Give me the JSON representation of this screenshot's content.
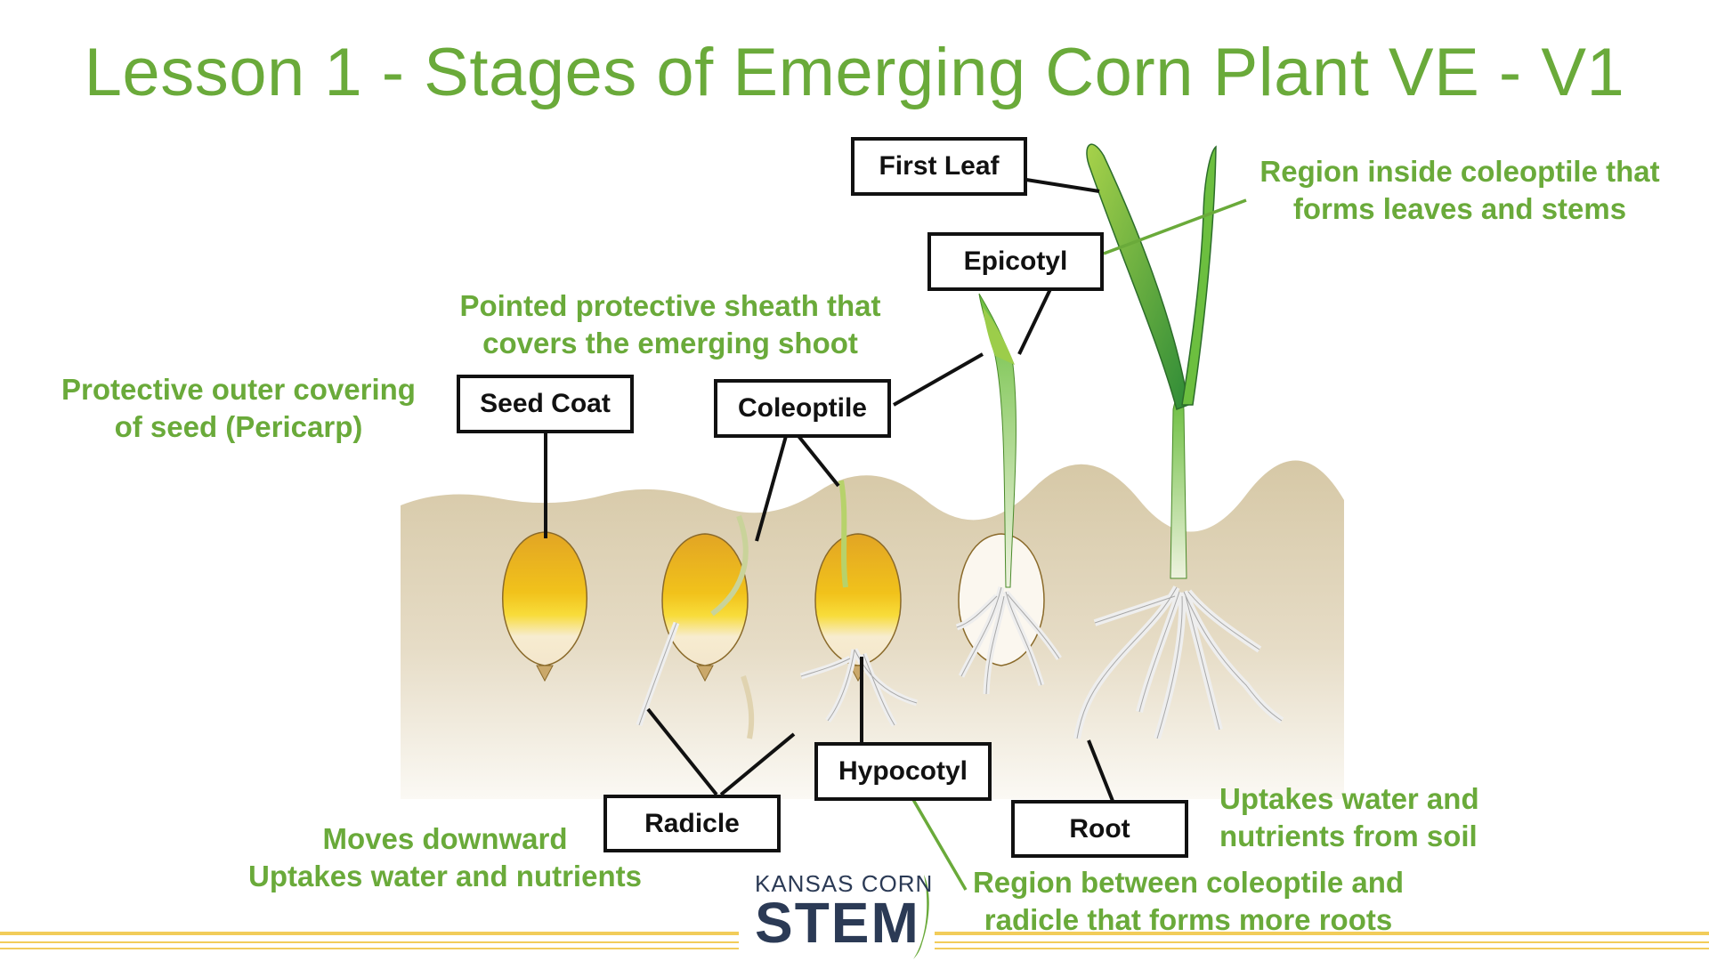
{
  "title": "Lesson 1 - Stages of Emerging Corn Plant VE - V1",
  "labels": {
    "first_leaf": "First Leaf",
    "epicotyl": "Epicotyl",
    "seed_coat": "Seed Coat",
    "coleoptile": "Coleoptile",
    "hypocotyl": "Hypocotyl",
    "radicle": "Radicle",
    "root": "Root"
  },
  "descriptions": {
    "epicotyl": [
      "Region inside coleoptile that",
      "forms leaves and stems"
    ],
    "coleoptile": [
      "Pointed protective sheath that",
      "covers the emerging shoot"
    ],
    "seed_coat": [
      "Protective outer covering",
      "of seed (Pericarp)"
    ],
    "radicle": [
      "Moves downward",
      "Uptakes water and nutrients"
    ],
    "root": [
      "Uptakes water and",
      "nutrients from soil"
    ],
    "hypocotyl": [
      "Region between coleoptile and",
      "radicle that forms more roots"
    ]
  },
  "logo": {
    "line1": "KANSAS CORN",
    "line2": "STEM"
  },
  "colors": {
    "accent_green": "#6aaa3a",
    "kernel_gold": "#e3a91f",
    "soil": "#d9ccad",
    "footer_gold": "#f2cc5a",
    "logo_navy": "#2b3a55"
  }
}
